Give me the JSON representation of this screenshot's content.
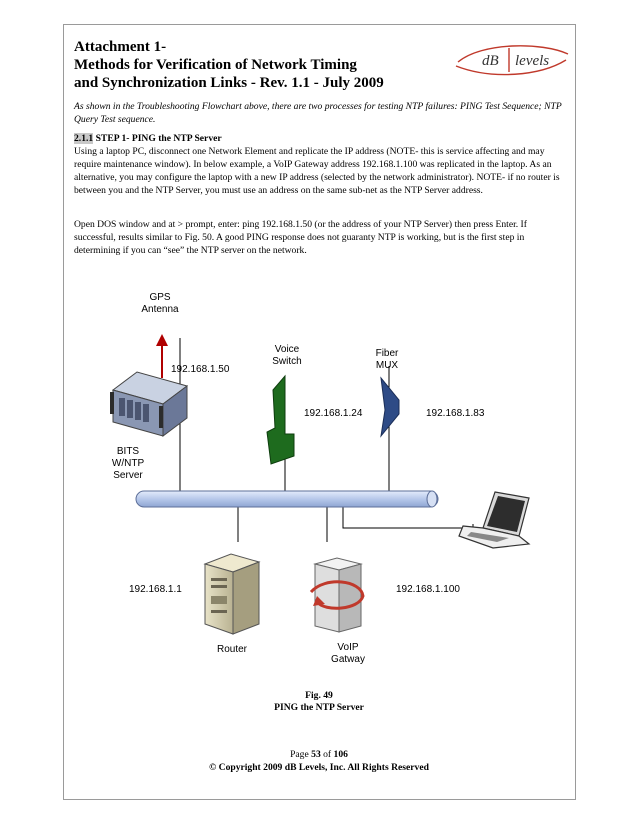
{
  "header": {
    "title_lines": [
      "Attachment 1-",
      "Methods for Verification of Network Timing",
      "and Synchronization Links - Rev. 1.1 - July 2009"
    ],
    "logo_text": {
      "part1": "dB",
      "part2": "levels"
    }
  },
  "intro": "As shown in the Troubleshooting Flowchart above, there are two processes for testing NTP failures: PING Test Sequence; NTP Query Test sequence.",
  "step": {
    "number": "2.1.1",
    "heading": " STEP 1- PING the NTP Server",
    "body": "Using a laptop PC, disconnect one Network Element and replicate the IP address (NOTE- this is service affecting and may require maintenance window).  In below example, a VoIP Gateway address 192.168.1.100 was replicated in the laptop.  As an alternative, you may configure the laptop with a new IP address (selected by the network administrator).  NOTE- if no router is between you and the NTP Server, you must use an address on the same sub-net as the NTP Server address."
  },
  "para2": "Open DOS window and at > prompt, enter: ping 192.168.1.50 (or the address of your NTP Server) then press Enter. If successful, results similar to Fig. 50.  A good PING response does not guaranty NTP is working, but is the first step in determining if you can “see” the NTP server on the network.",
  "diagram": {
    "gps_line1": "GPS",
    "gps_line2": "Antenna",
    "bits_ip": "192.168.1.50",
    "bits_line1": "BITS",
    "bits_line2": "W/NTP",
    "bits_line3": "Server",
    "voice_line1": "Voice",
    "voice_line2": "Switch",
    "voice_ip": "192.168.1.24",
    "fiber_line1": "Fiber",
    "fiber_line2": "MUX",
    "fiber_ip": "192.168.1.83",
    "router_ip": "192.168.1.1",
    "router_label": "Router",
    "voip_line1": "VoIP",
    "voip_line2": "Gatway",
    "voip_ip": "192.168.1.100"
  },
  "caption": {
    "fig": "Fig. 49",
    "title": "PING the NTP Server"
  },
  "footer": {
    "page_prefix": "Page ",
    "page_num": "53",
    "page_of": " of ",
    "page_total": "106",
    "copyright": "© Copyright 2009 dB Levels, Inc.  All Rights Reserved"
  },
  "colors": {
    "voice_switch": "#1e6b1e",
    "fiber_mux": "#2e4b86",
    "bus": "#b7c8ea",
    "logo": "#c0392b"
  }
}
